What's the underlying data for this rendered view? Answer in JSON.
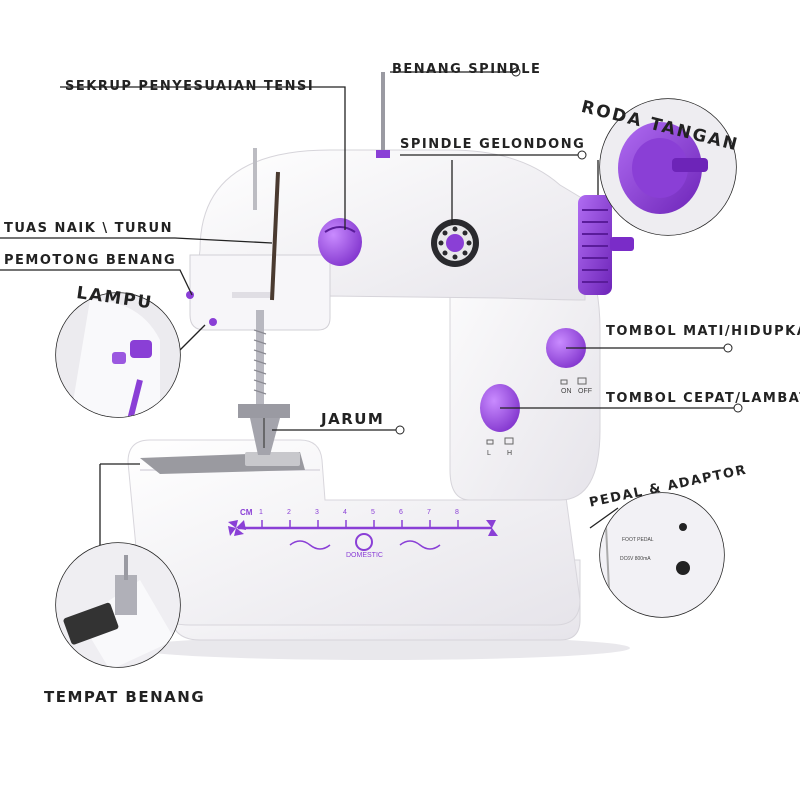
{
  "labels": {
    "benang_spindle": "BENANG SPINDLE",
    "sekrup": "SEKRUP PENYESUAIAN TENSI",
    "spindle_gelondong": "SPINDLE GELONDONG",
    "roda_tangan": "RODA TANGAN",
    "tuas": "TUAS NAIK \\ TURUN",
    "pemotong": "PEMOTONG BENANG",
    "lampu": "LAMPU",
    "tombol_mati": "TOMBOL MATI/HIDUPKAN",
    "tombol_cepat": "TOMBOL CEPAT/LAMBAT",
    "jarum": "JARUM",
    "pedal": "PEDAL & ADAPTOR",
    "tempat_benang": "TEMPAT BENANG"
  },
  "machine": {
    "brand": "DOMESTIC",
    "ruler_unit": "CM",
    "ruler_numbers": [
      "1",
      "2",
      "3",
      "4",
      "5",
      "6",
      "7",
      "8"
    ],
    "switch_on": "ON",
    "switch_off": "OFF",
    "speed_low": "L",
    "speed_high": "H",
    "foot_pedal": "FOOT PEDAL",
    "adaptor_spec": "DC6V 800mA"
  },
  "colors": {
    "accent": "#8a3fd6",
    "body": "#f4f3f6",
    "label": "#222222"
  }
}
